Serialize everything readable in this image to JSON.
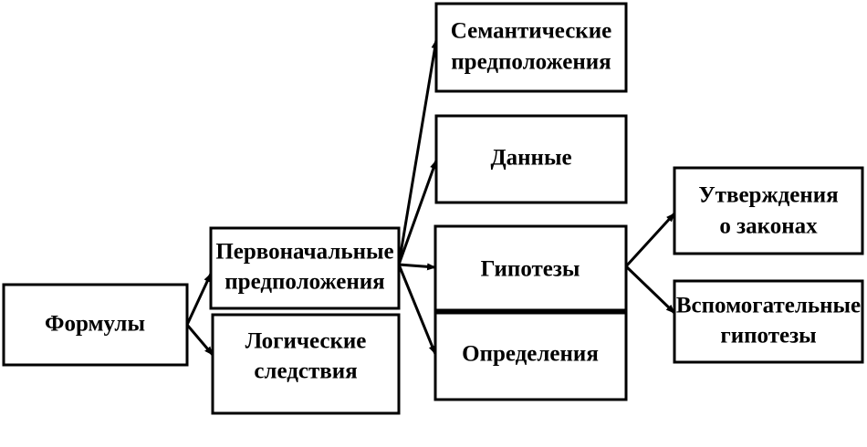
{
  "diagram": {
    "type": "tree",
    "nodes": {
      "formulas": {
        "lines": [
          "Формулы"
        ]
      },
      "initial_assumptions": {
        "lines": [
          "Первоначальные",
          "предположения"
        ]
      },
      "logical_consequences": {
        "lines": [
          "Логические",
          "следствия"
        ]
      },
      "semantic_assumptions": {
        "lines": [
          "Семантические",
          "предположения"
        ]
      },
      "data": {
        "lines": [
          "Данные"
        ]
      },
      "hypotheses": {
        "lines": [
          "Гипотезы"
        ]
      },
      "definitions": {
        "lines": [
          "Определения"
        ]
      },
      "law_statements": {
        "lines": [
          "Утверждения",
          "о законах"
        ]
      },
      "auxiliary_hypotheses": {
        "lines": [
          "Вспомогательные",
          "гипотезы"
        ]
      }
    },
    "edges": [
      {
        "from": "formulas",
        "to": "initial_assumptions"
      },
      {
        "from": "formulas",
        "to": "logical_consequences"
      },
      {
        "from": "initial_assumptions",
        "to": "semantic_assumptions"
      },
      {
        "from": "initial_assumptions",
        "to": "data"
      },
      {
        "from": "initial_assumptions",
        "to": "hypotheses"
      },
      {
        "from": "initial_assumptions",
        "to": "definitions"
      },
      {
        "from": "hypotheses",
        "to": "law_statements"
      },
      {
        "from": "hypotheses",
        "to": "auxiliary_hypotheses"
      }
    ]
  }
}
